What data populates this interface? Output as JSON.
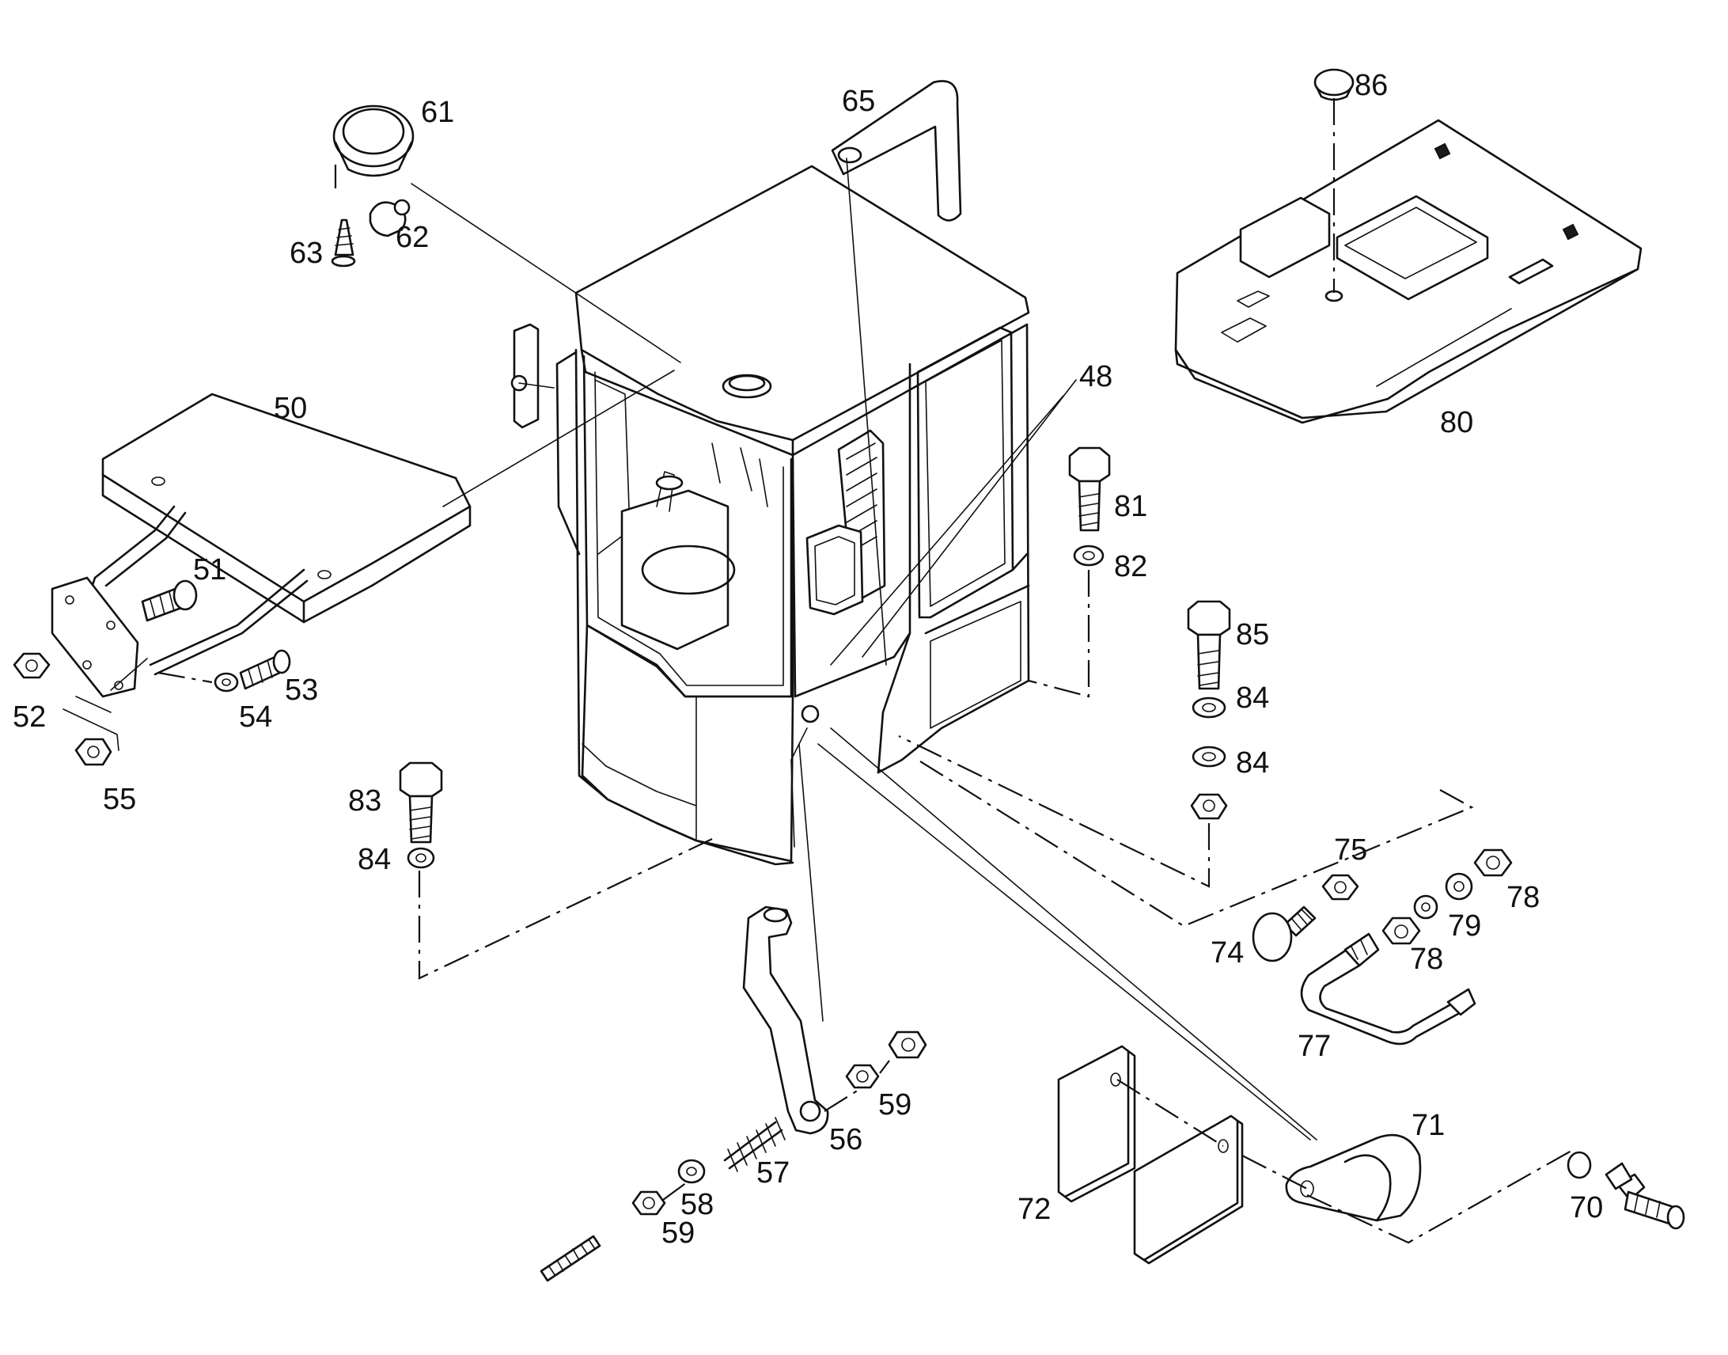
{
  "diagram": {
    "callouts": [
      "48",
      "50",
      "51",
      "52",
      "53",
      "54",
      "55",
      "56",
      "57",
      "58",
      "59",
      "61",
      "62",
      "63",
      "65",
      "70",
      "71",
      "72",
      "74",
      "75",
      "77",
      "78",
      "79",
      "80",
      "81",
      "82",
      "83",
      "84",
      "85",
      "86"
    ]
  }
}
